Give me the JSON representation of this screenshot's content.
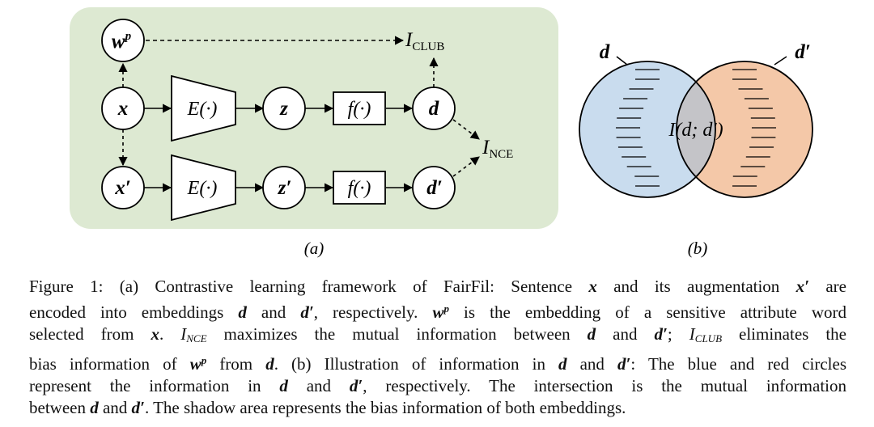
{
  "panel_a": {
    "label": "(a)",
    "nodes": {
      "wp": "w",
      "wp_sup": "p",
      "x": "x",
      "x_prime": "x′",
      "z": "z",
      "z_prime": "z′",
      "d": "d",
      "d_prime": "d′"
    },
    "encoder": "E(·)",
    "filter": "f(·)",
    "club_main": "I",
    "club_sub": "CLUB",
    "nce_main": "I",
    "nce_sub": "NCE"
  },
  "panel_b": {
    "label": "(b)",
    "left_label": "d",
    "right_label": "d′",
    "center_text": "I(d; d′)"
  },
  "colors": {
    "panel_bg": "#dde9d2",
    "left_circle": "#c9dcee",
    "right_circle": "#f4c8a8",
    "intersection": "#c4c4c8"
  },
  "caption": {
    "lines": [
      [
        "Figure 1: (a) Contrastive learning framework of FairFil: Sentence ",
        {
          "bi": "x"
        },
        " and its augmentation ",
        {
          "bi": "x′"
        },
        " are"
      ],
      [
        "encoded into embeddings ",
        {
          "bi": "d"
        },
        " and ",
        {
          "bi": "d′"
        },
        ", respectively. ",
        {
          "bi": "w",
          "sup": "p"
        },
        " is the embedding of a sensitive attribute word"
      ],
      [
        "selected from ",
        {
          "bi": "x"
        },
        ". ",
        {
          "cal": "I",
          "sub": "NCE"
        },
        " maximizes the mutual information between ",
        {
          "bi": "d"
        },
        " and ",
        {
          "bi": "d′"
        },
        "; ",
        {
          "cal": "I",
          "sub": "CLUB"
        },
        " eliminates the"
      ],
      [
        "bias information of ",
        {
          "bi": "w",
          "sup": "p"
        },
        " from ",
        {
          "bi": "d"
        },
        ". (b) Illustration of information in ",
        {
          "bi": "d"
        },
        " and ",
        {
          "bi": "d′"
        },
        ": The blue and red circles"
      ],
      [
        "represent the information in ",
        {
          "bi": "d"
        },
        " and ",
        {
          "bi": "d′"
        },
        ", respectively.  The intersection is the mutual information"
      ],
      [
        "between ",
        {
          "bi": "d"
        },
        " and ",
        {
          "bi": "d′"
        },
        ". The shadow area represents the bias information of both embeddings."
      ]
    ]
  }
}
